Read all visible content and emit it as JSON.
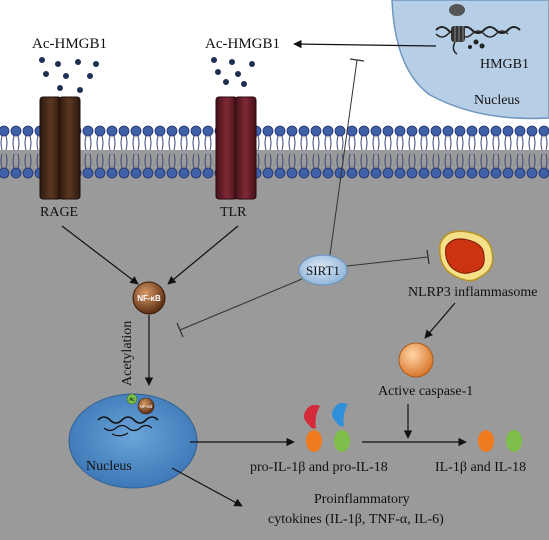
{
  "labels": {
    "ac_hmgb1_left": "Ac-HMGB1",
    "ac_hmgb1_right": "Ac-HMGB1",
    "hmgb1": "HMGB1",
    "nucleus_top": "Nucleus",
    "rage": "RAGE",
    "tlr": "TLR",
    "sirt1": "SIRT1",
    "nlrp3": "NLRP3 inflammasome",
    "nfkb": "NF-κB",
    "acetylation": "Acetylation",
    "active_caspase": "Active caspase-1",
    "ac_tag": "Ac",
    "nfkb_small": "NF-κB",
    "nucleus_bottom": "Nucleus",
    "pro_il": "pro-IL-1β and pro-IL-18",
    "il": "IL-1β and IL-18",
    "cytokines_line1": "Proinflammatory",
    "cytokines_line2": "cytokines (IL-1β, TNF-α, IL-6)"
  },
  "colors": {
    "cytoplasm": "#9a9a9a",
    "nucleus_blue": "#4a86c4",
    "nucleus_light": "#b7cfe6",
    "membrane_bead": "#3f5fa8",
    "rage": "#4a2c1c",
    "tlr": "#6b1f25",
    "dots": "#1e2f55",
    "sirt1": "#a9c7e6",
    "nlrp3": "#cc3311",
    "caspase": "#e8954a",
    "nfkb": "#7a4422"
  }
}
